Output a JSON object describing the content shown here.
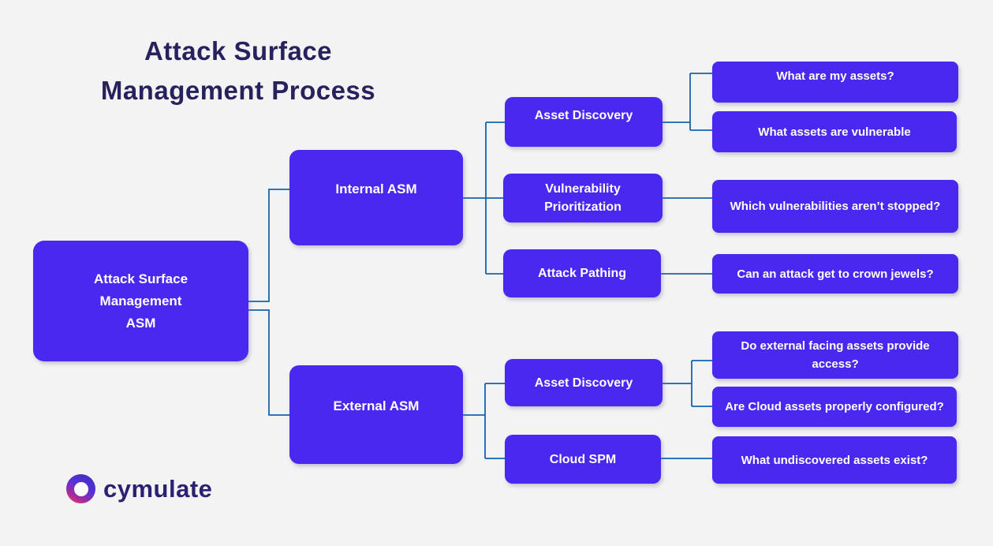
{
  "title": {
    "line1": "Attack Surface",
    "line2": "Management Process"
  },
  "root": {
    "line1": "Attack Surface",
    "line2": "Management",
    "line3": "ASM"
  },
  "internal": {
    "label": "Internal ASM",
    "children": [
      {
        "label": "Asset Discovery",
        "questions": [
          "What are my assets?",
          "What assets are vulnerable"
        ]
      },
      {
        "label": "Vulnerability Prioritization",
        "questions": [
          "Which vulnerabilities aren’t stopped?"
        ]
      },
      {
        "label": "Attack Pathing",
        "questions": [
          "Can an attack get to crown jewels?"
        ]
      }
    ]
  },
  "external": {
    "label": "External ASM",
    "children": [
      {
        "label": "Asset Discovery",
        "questions": [
          "Do external facing assets provide access?",
          "Are Cloud assets properly configured?"
        ]
      },
      {
        "label": "Cloud SPM",
        "questions": [
          "What undiscovered assets exist?"
        ]
      }
    ]
  },
  "logo": {
    "brand": "cymulate"
  },
  "colors": {
    "node_fill": "#4b28ef",
    "node_text": "#ffffff",
    "connector": "#1663ae",
    "title_text": "#27225e",
    "logo_text": "#2b2173",
    "background": "#f3f3f4"
  }
}
